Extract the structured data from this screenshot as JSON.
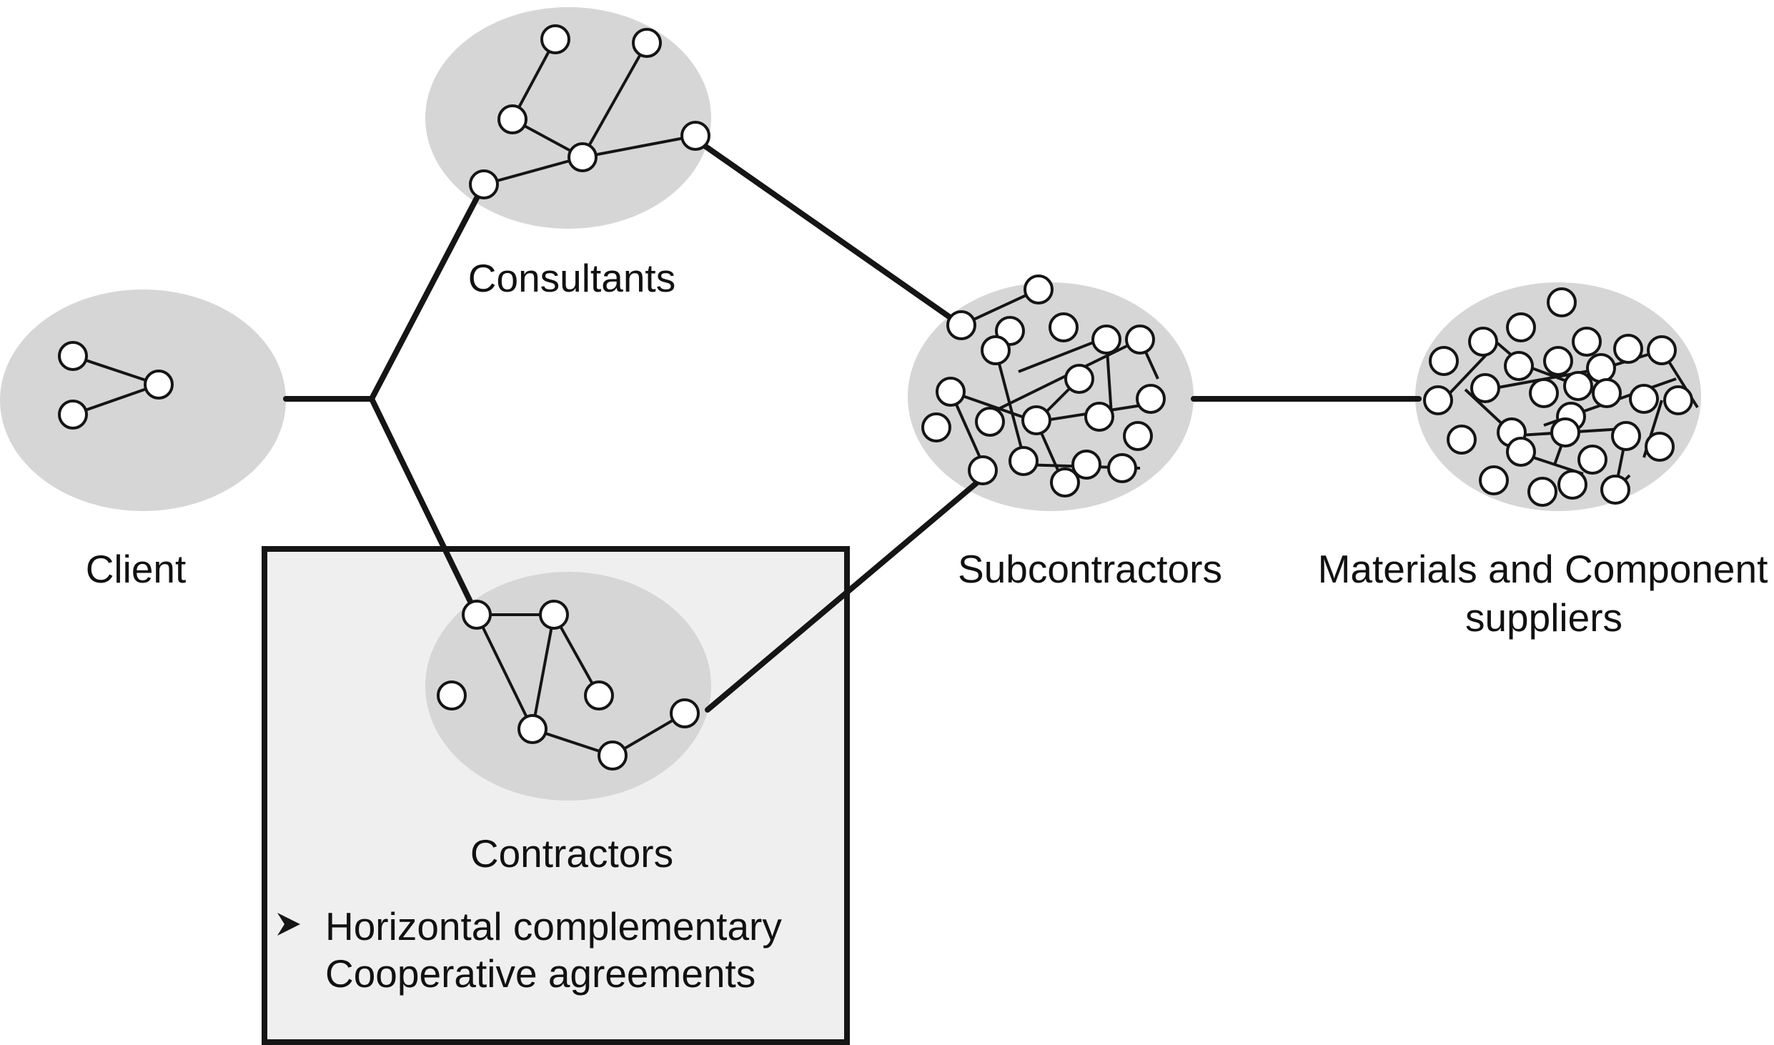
{
  "diagram": {
    "client_label": "Client",
    "consultants_label": "Consultants",
    "subcontractors_label": "Subcontractors",
    "suppliers_label_line1": "Materials and Component",
    "suppliers_label_line2": "suppliers",
    "contractors_label": "Contractors",
    "note_line1": "Horizontal complementary",
    "note_line2": "Cooperative agreements",
    "bullet_icon": "arrowhead-bullet-icon"
  },
  "colors": {
    "cluster_fill": "#d6d6d6",
    "highlight_box_fill": "#efefef",
    "line": "#151515",
    "node_fill": "#ffffff"
  }
}
